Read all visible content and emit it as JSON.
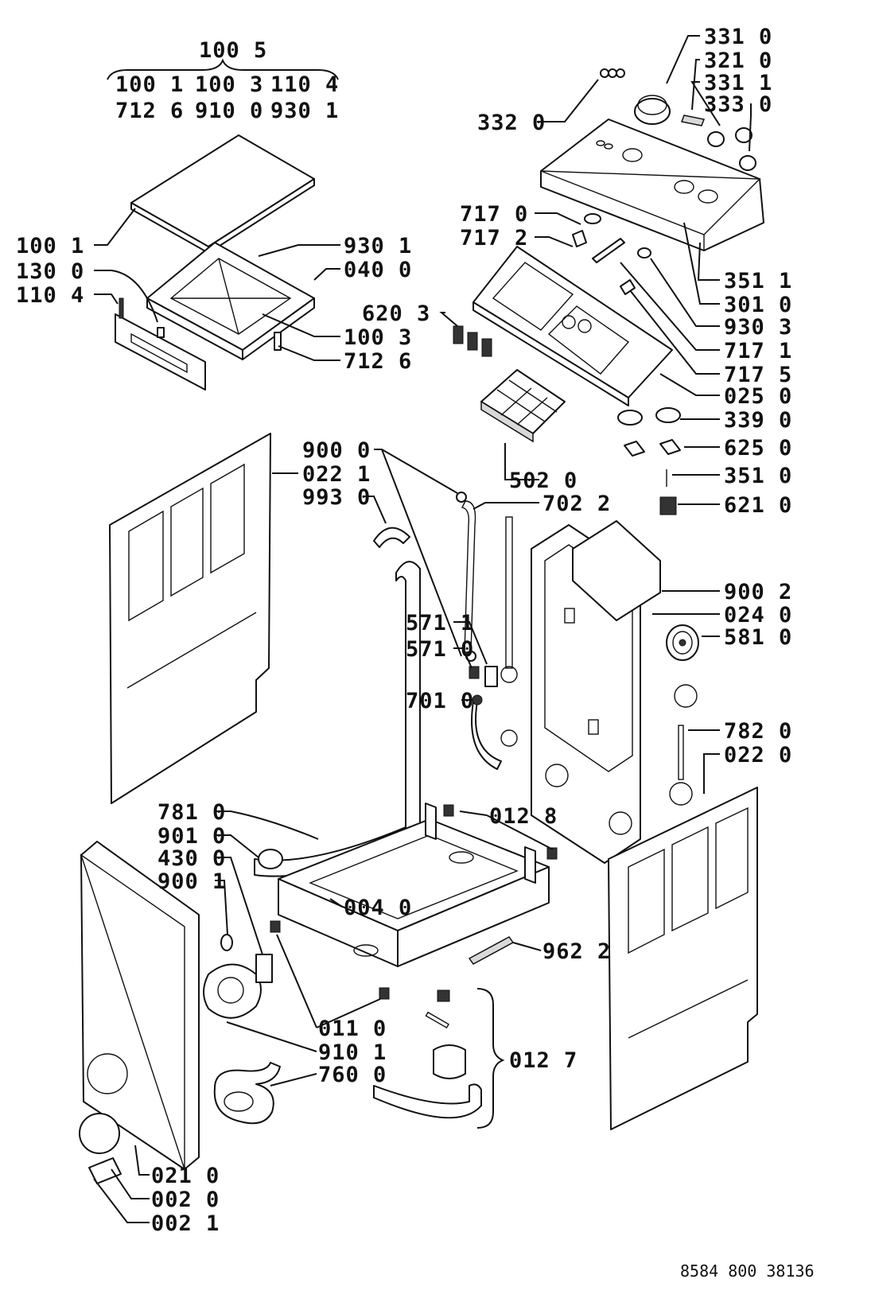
{
  "labels": {
    "l_1005": "100 5",
    "l_1001_top": "100 1",
    "l_1003_top": "100 3",
    "l_1104_top": "110 4",
    "l_7126_top": "712 6",
    "l_9100_top": "910 0",
    "l_9301_top": "930 1",
    "l_1001": "100 1",
    "l_1300": "130 0",
    "l_1104": "110 4",
    "l_9301": "930 1",
    "l_0400": "040 0",
    "l_6203": "620 3",
    "l_1003": "100 3",
    "l_7126": "712 6",
    "l_3310": "331 0",
    "l_3210": "321 0",
    "l_3311": "331 1",
    "l_3330": "333 0",
    "l_3320": "332 0",
    "l_7170": "717 0",
    "l_7172": "717 2",
    "l_3511": "351 1",
    "l_3010": "301 0",
    "l_9303": "930 3",
    "l_7171": "717 1",
    "l_7175": "717 5",
    "l_0250": "025 0",
    "l_3390": "339 0",
    "l_6250": "625 0",
    "l_3510": "351 0",
    "l_6210": "621 0",
    "l_5020": "502 0",
    "l_9000": "900 0",
    "l_0221": "022 1",
    "l_9930": "993 0",
    "l_7022": "702 2",
    "l_9002": "900 2",
    "l_0240": "024 0",
    "l_5810": "581 0",
    "l_5711": "571 1",
    "l_5710": "571 0",
    "l_7010": "701 0",
    "l_7820": "782 0",
    "l_0220": "022 0",
    "l_7810": "781 0",
    "l_0128": "012 8",
    "l_9010": "901 0",
    "l_4300": "430 0",
    "l_9001": "900 1",
    "l_0040": "004 0",
    "l_9622": "962 2",
    "l_0110": "011 0",
    "l_9101": "910 1",
    "l_7600": "760 0",
    "l_0127": "012 7",
    "l_0210": "021 0",
    "l_0020": "002 0",
    "l_0021": "002 1"
  },
  "footer": {
    "drawing_number": "8584 800 38136"
  }
}
